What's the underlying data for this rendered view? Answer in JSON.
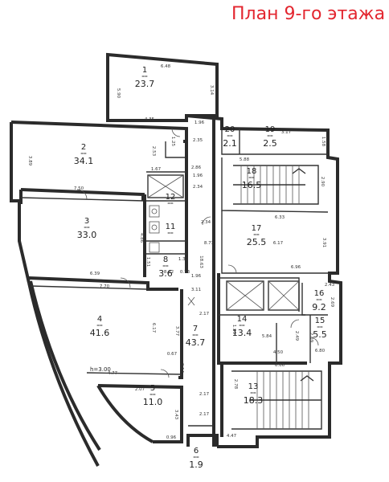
{
  "title": "План 9-го этажа",
  "rooms": [
    {
      "num": "1",
      "area": "23.7"
    },
    {
      "num": "2",
      "area": "34.1"
    },
    {
      "num": "3",
      "area": "33.0"
    },
    {
      "num": "4",
      "area": "41.6"
    },
    {
      "num": "5",
      "area": "11.0"
    },
    {
      "num": "6",
      "area": "1.9"
    },
    {
      "num": "7",
      "area": "43.7"
    },
    {
      "num": "8",
      "area": "3.6"
    },
    {
      "num": "11",
      "area": ""
    },
    {
      "num": "12",
      "area": ""
    },
    {
      "num": "13",
      "area": "18.3"
    },
    {
      "num": "14",
      "area": "13.4"
    },
    {
      "num": "15",
      "area": "5.5"
    },
    {
      "num": "16",
      "area": "9.2"
    },
    {
      "num": "17",
      "area": "25.5"
    },
    {
      "num": "18",
      "area": "16.5"
    },
    {
      "num": "19",
      "area": "2.5"
    },
    {
      "num": "20",
      "area": "2.1"
    }
  ],
  "room_eq": "==",
  "ceiling_height": "h=3.00",
  "dimensions": [
    "6.48",
    "5.90",
    "3.14",
    "4.35",
    "1.96",
    "2.35",
    "3.89",
    "2.53",
    "1.67",
    "2.86",
    "1.96",
    "2.34",
    "7.50",
    "3.17",
    "5.88",
    "1.58",
    "2.90",
    "6.33",
    "6.17",
    "3.91",
    "2.34",
    "8.73",
    "4.86",
    "6.39",
    "18.63",
    "6.96",
    "1.96",
    "7.70",
    "3.11",
    "2.43",
    "2.69",
    "6.17",
    "3.77",
    "2.17",
    "1.99",
    "5.84",
    "2.49",
    "2.09",
    "4.50",
    "6.80",
    "0.67",
    "4.77",
    "2.07",
    "6.66",
    "3.14",
    "2.78",
    "2.17",
    "3.43",
    "2.17",
    "0.96",
    "4.47",
    "1.51",
    "8.42",
    "1.32",
    "0.73",
    "1.25"
  ]
}
